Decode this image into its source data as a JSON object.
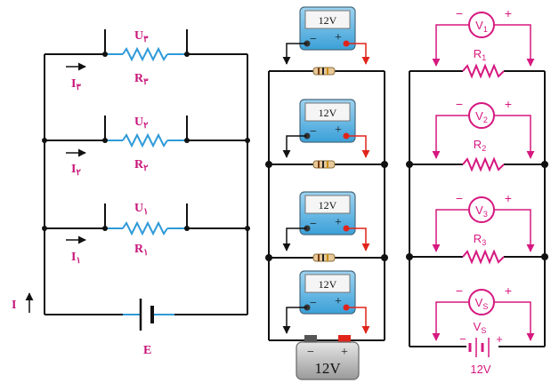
{
  "left_circuit": {
    "branches": [
      {
        "u_label": "U",
        "u_sub": "٣",
        "r_label": "R",
        "r_sub": "٣",
        "i_label": "I",
        "i_sub": "٣"
      },
      {
        "u_label": "U",
        "u_sub": "٢",
        "r_label": "R",
        "r_sub": "٢",
        "i_label": "I",
        "i_sub": "٢"
      },
      {
        "u_label": "U",
        "u_sub": "١",
        "r_label": "R",
        "r_sub": "١",
        "i_label": "I",
        "i_sub": "١"
      }
    ],
    "total_current": "I",
    "source_label": "E"
  },
  "middle_circuit": {
    "voltmeter_readings": [
      "12V",
      "12V",
      "12V",
      "12V"
    ],
    "minus": "−",
    "plus": "+",
    "battery_label": "12V"
  },
  "right_circuit": {
    "meters": [
      {
        "name": "V",
        "sub": "1",
        "r_name": "R",
        "r_sub": "1"
      },
      {
        "name": "V",
        "sub": "2",
        "r_name": "R",
        "r_sub": "2"
      },
      {
        "name": "V",
        "sub": "3",
        "r_name": "R",
        "r_sub": "3"
      },
      {
        "name": "V",
        "sub": "S",
        "r_name": "V",
        "r_sub": "S"
      }
    ],
    "minus": "−",
    "plus": "+",
    "battery_label": "12V"
  },
  "colors": {
    "wire": "#111111",
    "resistor": "#2f9ad8",
    "label": "#c8157a",
    "meter": "#d6187f",
    "probe": "#e0241b"
  }
}
